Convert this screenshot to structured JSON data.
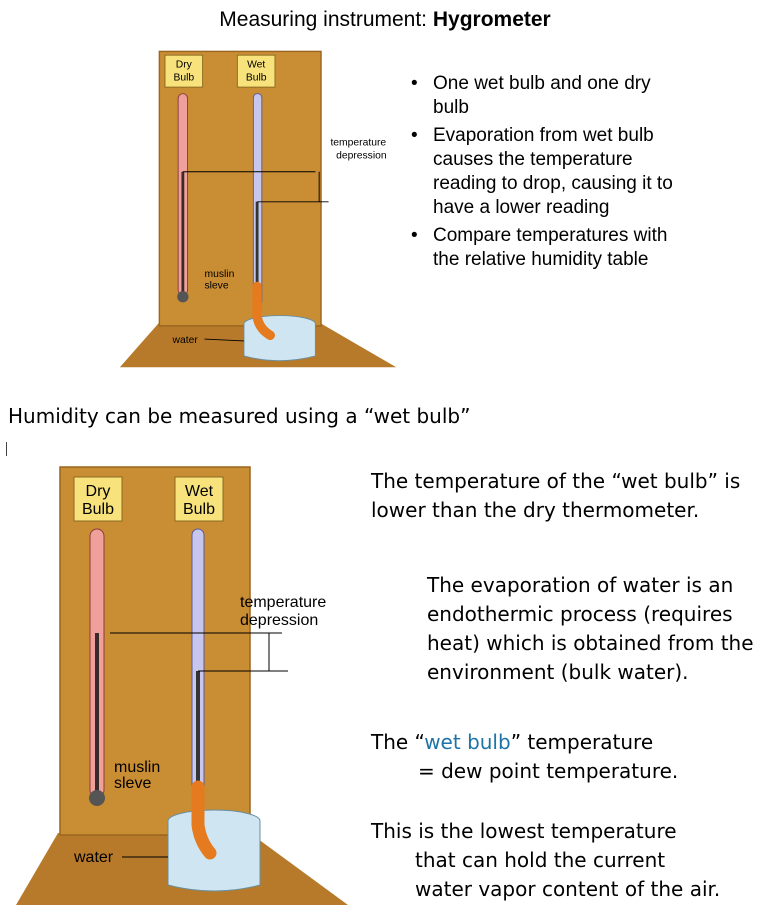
{
  "heading": {
    "prefix": "Measuring instrument: ",
    "bold": "Hygrometer"
  },
  "bullets": [
    "One wet bulb and one dry bulb",
    "Evaporation from wet bulb causes the temperature reading to drop, causing it to have a lower reading",
    "Compare temperatures with the relative humidity table"
  ],
  "diagram_labels": {
    "dry_line1": "Dry",
    "dry_line2": "Bulb",
    "wet_line1": "Wet",
    "wet_line2": "Bulb",
    "depression_line1": "temperature",
    "depression_line2": "depression",
    "muslin_line1": "muslin",
    "muslin_line2": "sleve",
    "water": "water"
  },
  "caption": "Humidity can be measured using a “wet bulb”",
  "paragraphs": {
    "p1": "The temperature of the “wet bulb” is lower than the dry thermometer.",
    "p2": "The evaporation of water is an endothermic process (requires heat) which is obtained from the environment (bulk water).",
    "p3_before": "The “",
    "p3_accent": "wet bulb",
    "p3_after": "” temperature",
    "p3_line2": "= dew point temperature.",
    "p4_line1": "This is the lowest temperature",
    "p4_line2": "that can hold the current",
    "p4_line3": "water vapor content of the air."
  },
  "colors": {
    "board": "#c98d33",
    "board_dark": "#9a6520",
    "base": "#b77a2a",
    "label_box": "#f7e27b",
    "dry_tube": "#f0a09a",
    "wet_tube": "#c7c6ef",
    "muslin": "#e57a1e",
    "water": "#cfe6f2",
    "accent_text": "#1e73a8"
  }
}
